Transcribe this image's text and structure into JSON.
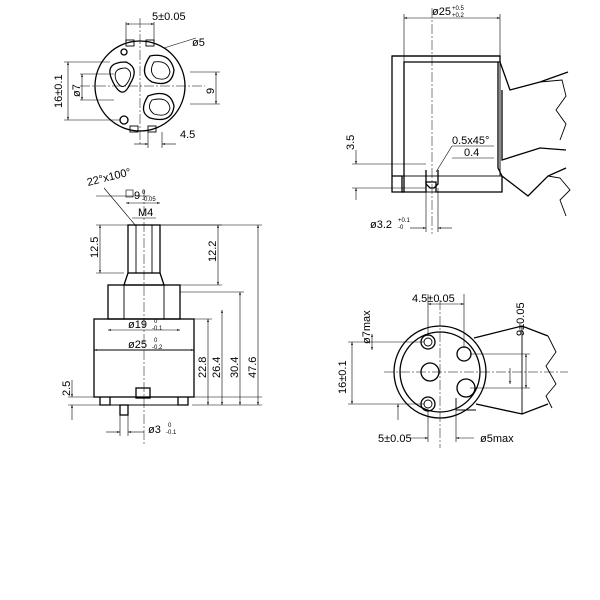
{
  "dimensions": {
    "top_left": {
      "width_5": "5±0.05",
      "dia_5": "ø5",
      "height_16": "16±0.1",
      "dia_7": "ø7",
      "dim_9": "9",
      "dim_4_5": "4.5"
    },
    "side_view": {
      "angle": "22°x100°",
      "square": "9",
      "square_tol_upper": "0",
      "square_tol_lower": "-0.05",
      "thread": "M4",
      "stem_left": "12.5",
      "stem_right": "12.2",
      "dia_19": "ø19",
      "dia_19_tol_upper": "0",
      "dia_19_tol_lower": "-0.1",
      "dia_25": "ø25",
      "dia_25_tol_upper": "0",
      "dia_25_tol_lower": "-0.2",
      "h_22_8": "22.8",
      "h_26_4": "26.4",
      "h_30_4": "30.4",
      "h_47_6": "47.6",
      "h_2_5": "2.5",
      "dia_3": "ø3",
      "dia_3_tol_upper": "0",
      "dia_3_tol_lower": "-0.1"
    },
    "section": {
      "dia_25": "ø25",
      "dia_25_tol_upper": "+0.5",
      "dia_25_tol_lower": "+0.2",
      "depth_3_5": "3.5",
      "chamfer": "0.5x45°",
      "dim_0_4": "0.4",
      "dia_3_2": "ø3.2",
      "dia_3_2_tol_upper": "+0.1",
      "dia_3_2_tol_lower": "-0"
    },
    "bottom_right": {
      "dia_7max": "ø7max",
      "dim_4_5": "4.5±0.05",
      "dim_9": "9±0.05",
      "dim_16": "16±0.1",
      "dim_5": "5±0.05",
      "dia_5max": "ø5max"
    }
  }
}
